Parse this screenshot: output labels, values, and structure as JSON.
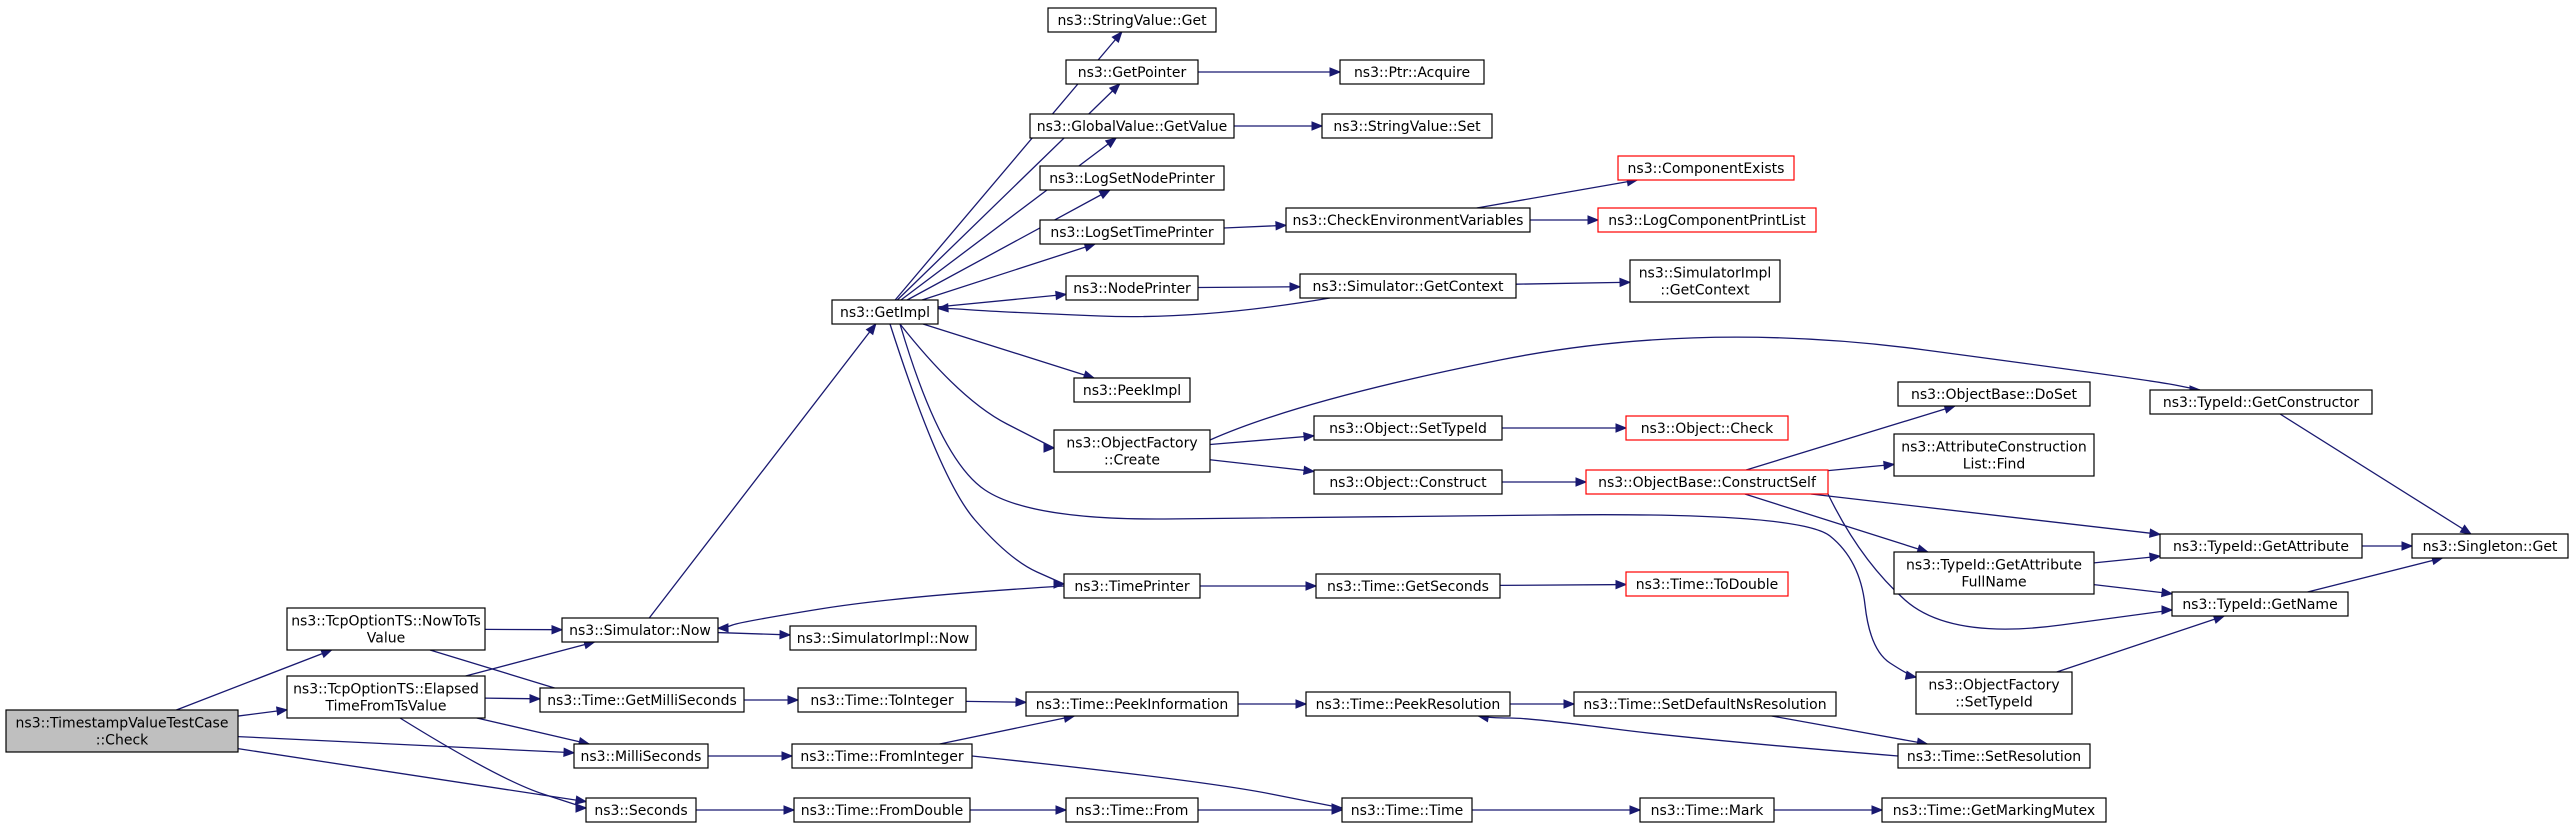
{
  "graph": {
    "root": "root",
    "colors": {
      "edge": "#191970",
      "default_border": "#000000",
      "missing_border": "#ff0000",
      "root_fill": "#bfbfbf",
      "fill": "#ffffff"
    },
    "nodes": [
      {
        "id": "root",
        "lines": [
          "ns3::TimestampValueTestCase",
          "::Check"
        ],
        "style": "root"
      },
      {
        "id": "nowtots",
        "lines": [
          "ns3::TcpOptionTS::NowToTs",
          "Value"
        ]
      },
      {
        "id": "elapsed",
        "lines": [
          "ns3::TcpOptionTS::Elapsed",
          "TimeFromTsValue"
        ]
      },
      {
        "id": "simnow",
        "lines": [
          "ns3::Simulator::Now"
        ]
      },
      {
        "id": "getms",
        "lines": [
          "ns3::Time::GetMilliSeconds"
        ]
      },
      {
        "id": "millis",
        "lines": [
          "ns3::MilliSeconds"
        ]
      },
      {
        "id": "seconds",
        "lines": [
          "ns3::Seconds"
        ]
      },
      {
        "id": "getimpl",
        "lines": [
          "ns3::GetImpl"
        ]
      },
      {
        "id": "simimplnow",
        "lines": [
          "ns3::SimulatorImpl::Now"
        ]
      },
      {
        "id": "tointeger",
        "lines": [
          "ns3::Time::ToInteger"
        ]
      },
      {
        "id": "fromint",
        "lines": [
          "ns3::Time::FromInteger"
        ]
      },
      {
        "id": "fromdouble",
        "lines": [
          "ns3::Time::FromDouble"
        ]
      },
      {
        "id": "strget",
        "lines": [
          "ns3::StringValue::Get"
        ]
      },
      {
        "id": "getpointer",
        "lines": [
          "ns3::GetPointer"
        ]
      },
      {
        "id": "gvgetvalue",
        "lines": [
          "ns3::GlobalValue::GetValue"
        ]
      },
      {
        "id": "lognode",
        "lines": [
          "ns3::LogSetNodePrinter"
        ]
      },
      {
        "id": "logtime",
        "lines": [
          "ns3::LogSetTimePrinter"
        ]
      },
      {
        "id": "nodeprinter",
        "lines": [
          "ns3::NodePrinter"
        ]
      },
      {
        "id": "peekimpl",
        "lines": [
          "ns3::PeekImpl"
        ]
      },
      {
        "id": "ofcreate",
        "lines": [
          "ns3::ObjectFactory",
          "::Create"
        ]
      },
      {
        "id": "timeprinter",
        "lines": [
          "ns3::TimePrinter"
        ]
      },
      {
        "id": "peekinfo",
        "lines": [
          "ns3::Time::PeekInformation"
        ]
      },
      {
        "id": "timefrom",
        "lines": [
          "ns3::Time::From"
        ]
      },
      {
        "id": "ptracquire",
        "lines": [
          "ns3::Ptr::Acquire"
        ]
      },
      {
        "id": "strset",
        "lines": [
          "ns3::StringValue::Set"
        ]
      },
      {
        "id": "checkenv",
        "lines": [
          "ns3::CheckEnvironmentVariables"
        ]
      },
      {
        "id": "simgetctx",
        "lines": [
          "ns3::Simulator::GetContext"
        ]
      },
      {
        "id": "objsettype",
        "lines": [
          "ns3::Object::SetTypeId"
        ]
      },
      {
        "id": "objconstruct",
        "lines": [
          "ns3::Object::Construct"
        ]
      },
      {
        "id": "getseconds",
        "lines": [
          "ns3::Time::GetSeconds"
        ]
      },
      {
        "id": "peekres",
        "lines": [
          "ns3::Time::PeekResolution"
        ]
      },
      {
        "id": "timetime",
        "lines": [
          "ns3::Time::Time"
        ]
      },
      {
        "id": "compexists",
        "lines": [
          "ns3::ComponentExists"
        ],
        "style": "missing"
      },
      {
        "id": "logcomplist",
        "lines": [
          "ns3::LogComponentPrintList"
        ],
        "style": "missing"
      },
      {
        "id": "simimplctx",
        "lines": [
          "ns3::SimulatorImpl",
          "::GetContext"
        ]
      },
      {
        "id": "objcheck",
        "lines": [
          "ns3::Object::Check"
        ],
        "style": "missing"
      },
      {
        "id": "constructself",
        "lines": [
          "ns3::ObjectBase::ConstructSelf"
        ],
        "style": "missing"
      },
      {
        "id": "todouble",
        "lines": [
          "ns3::Time::ToDouble"
        ],
        "style": "missing"
      },
      {
        "id": "setdefres",
        "lines": [
          "ns3::Time::SetDefaultNsResolution"
        ]
      },
      {
        "id": "timemark",
        "lines": [
          "ns3::Time::Mark"
        ]
      },
      {
        "id": "doset",
        "lines": [
          "ns3::ObjectBase::DoSet"
        ]
      },
      {
        "id": "acfind",
        "lines": [
          "ns3::AttributeConstruction",
          "List::Find"
        ]
      },
      {
        "id": "getattrfull",
        "lines": [
          "ns3::TypeId::GetAttribute",
          "FullName"
        ]
      },
      {
        "id": "ofsettype",
        "lines": [
          "ns3::ObjectFactory",
          "::SetTypeId"
        ]
      },
      {
        "id": "setres",
        "lines": [
          "ns3::Time::SetResolution"
        ]
      },
      {
        "id": "getmarking",
        "lines": [
          "ns3::Time::GetMarkingMutex"
        ]
      },
      {
        "id": "getctor",
        "lines": [
          "ns3::TypeId::GetConstructor"
        ]
      },
      {
        "id": "getattr",
        "lines": [
          "ns3::TypeId::GetAttribute"
        ]
      },
      {
        "id": "getname",
        "lines": [
          "ns3::TypeId::GetName"
        ]
      },
      {
        "id": "singleton",
        "lines": [
          "ns3::Singleton::Get"
        ]
      }
    ],
    "edges": [
      [
        "root",
        "nowtots"
      ],
      [
        "root",
        "elapsed"
      ],
      [
        "root",
        "millis"
      ],
      [
        "root",
        "seconds"
      ],
      [
        "nowtots",
        "simnow"
      ],
      [
        "nowtots",
        "getms"
      ],
      [
        "elapsed",
        "simnow"
      ],
      [
        "elapsed",
        "getms"
      ],
      [
        "elapsed",
        "millis"
      ],
      [
        "elapsed",
        "seconds"
      ],
      [
        "simnow",
        "getimpl"
      ],
      [
        "simnow",
        "simimplnow"
      ],
      [
        "getms",
        "tointeger"
      ],
      [
        "tointeger",
        "peekinfo"
      ],
      [
        "millis",
        "fromint"
      ],
      [
        "fromint",
        "peekinfo"
      ],
      [
        "fromint",
        "timetime"
      ],
      [
        "seconds",
        "fromdouble"
      ],
      [
        "fromdouble",
        "timefrom"
      ],
      [
        "timefrom",
        "timetime"
      ],
      [
        "getimpl",
        "strget"
      ],
      [
        "getimpl",
        "getpointer"
      ],
      [
        "getimpl",
        "gvgetvalue"
      ],
      [
        "getimpl",
        "lognode"
      ],
      [
        "getimpl",
        "logtime"
      ],
      [
        "getimpl",
        "nodeprinter"
      ],
      [
        "getimpl",
        "peekimpl"
      ],
      [
        "getimpl",
        "ofcreate"
      ],
      [
        "getimpl",
        "timeprinter"
      ],
      [
        "getimpl",
        "ofsettype"
      ],
      [
        "getpointer",
        "ptracquire"
      ],
      [
        "gvgetvalue",
        "strset"
      ],
      [
        "logtime",
        "checkenv"
      ],
      [
        "checkenv",
        "compexists"
      ],
      [
        "checkenv",
        "logcomplist"
      ],
      [
        "nodeprinter",
        "simgetctx"
      ],
      [
        "simgetctx",
        "simimplctx"
      ],
      [
        "simgetctx",
        "getimpl"
      ],
      [
        "ofcreate",
        "getctor"
      ],
      [
        "ofcreate",
        "objsettype"
      ],
      [
        "ofcreate",
        "objconstruct"
      ],
      [
        "objsettype",
        "objcheck"
      ],
      [
        "objconstruct",
        "constructself"
      ],
      [
        "constructself",
        "doset"
      ],
      [
        "constructself",
        "acfind"
      ],
      [
        "constructself",
        "getattr"
      ],
      [
        "constructself",
        "getattrfull"
      ],
      [
        "constructself",
        "getname"
      ],
      [
        "timeprinter",
        "simnow"
      ],
      [
        "timeprinter",
        "getseconds"
      ],
      [
        "getseconds",
        "todouble"
      ],
      [
        "peekinfo",
        "peekres"
      ],
      [
        "peekres",
        "setdefres"
      ],
      [
        "setdefres",
        "setres"
      ],
      [
        "setres",
        "peekres"
      ],
      [
        "timetime",
        "timemark"
      ],
      [
        "timemark",
        "getmarking"
      ],
      [
        "getattrfull",
        "getattr"
      ],
      [
        "getattrfull",
        "getname"
      ],
      [
        "ofsettype",
        "getname"
      ],
      [
        "getctor",
        "singleton"
      ],
      [
        "getattr",
        "singleton"
      ],
      [
        "getname",
        "singleton"
      ]
    ]
  }
}
